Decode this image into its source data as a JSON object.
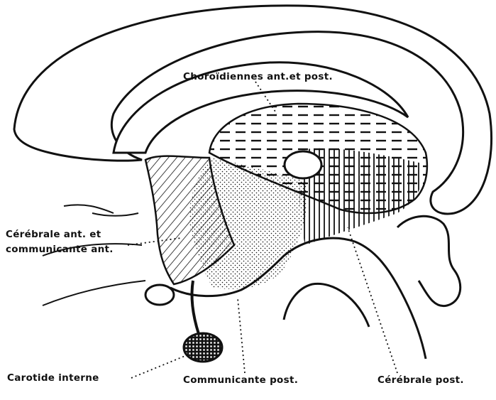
{
  "labels": {
    "choroidiennes": "Choroïdiennes ant.et post.",
    "cerebrale_ant_1": "Cérébrale ant. et",
    "cerebrale_ant_2": "communicante ant.",
    "carotide": "Carotide interne",
    "communicante_post": "Communicante post.",
    "cerebrale_post": "Cérébrale post."
  },
  "colors": {
    "ink": "#111111",
    "paper": "#ffffff"
  }
}
